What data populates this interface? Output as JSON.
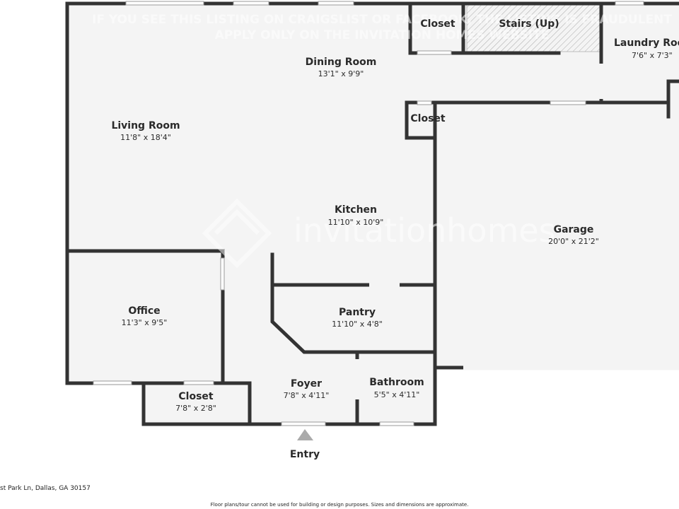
{
  "watermark": {
    "notice_line1": "IF YOU SEE THIS LISTING ON CRAIGSLIST OR FACEBOOK, THE LISTING IS FRAUDULENT",
    "notice_line2": "APPLY ONLY ON THE INVITATION HOMES WEBSITE",
    "brand": "invitationhomes"
  },
  "rooms": [
    {
      "id": "closet-top",
      "name": "Closet",
      "dims": ""
    },
    {
      "id": "stairs",
      "name": "Stairs (Up)",
      "dims": ""
    },
    {
      "id": "laundry-room",
      "name": "Laundry Roo",
      "dims": "7'6\" x 7'3\""
    },
    {
      "id": "dining-room",
      "name": "Dining Room",
      "dims": "13'1\" x 9'9\""
    },
    {
      "id": "living-room",
      "name": "Living Room",
      "dims": "11'8\" x 18'4\""
    },
    {
      "id": "closet-mid",
      "name": "Closet",
      "dims": ""
    },
    {
      "id": "kitchen",
      "name": "Kitchen",
      "dims": "11'10\" x 10'9\""
    },
    {
      "id": "garage",
      "name": "Garage",
      "dims": "20'0\" x 21'2\""
    },
    {
      "id": "office",
      "name": "Office",
      "dims": "11'3\" x 9'5\""
    },
    {
      "id": "pantry",
      "name": "Pantry",
      "dims": "11'10\" x 4'8\""
    },
    {
      "id": "bathroom",
      "name": "Bathroom",
      "dims": "5'5\" x 4'11\""
    },
    {
      "id": "foyer",
      "name": "Foyer",
      "dims": "7'8\" x 4'11\""
    },
    {
      "id": "closet-bottom",
      "name": "Closet",
      "dims": "7'8\" x 2'8\""
    }
  ],
  "entry": {
    "label": "Entry"
  },
  "footer": {
    "address": "st Park Ln, Dallas, GA 30157",
    "disclaimer": "Floor plans/tour cannot be used for building or design purposes. Sizes and dimensions are approximate."
  }
}
